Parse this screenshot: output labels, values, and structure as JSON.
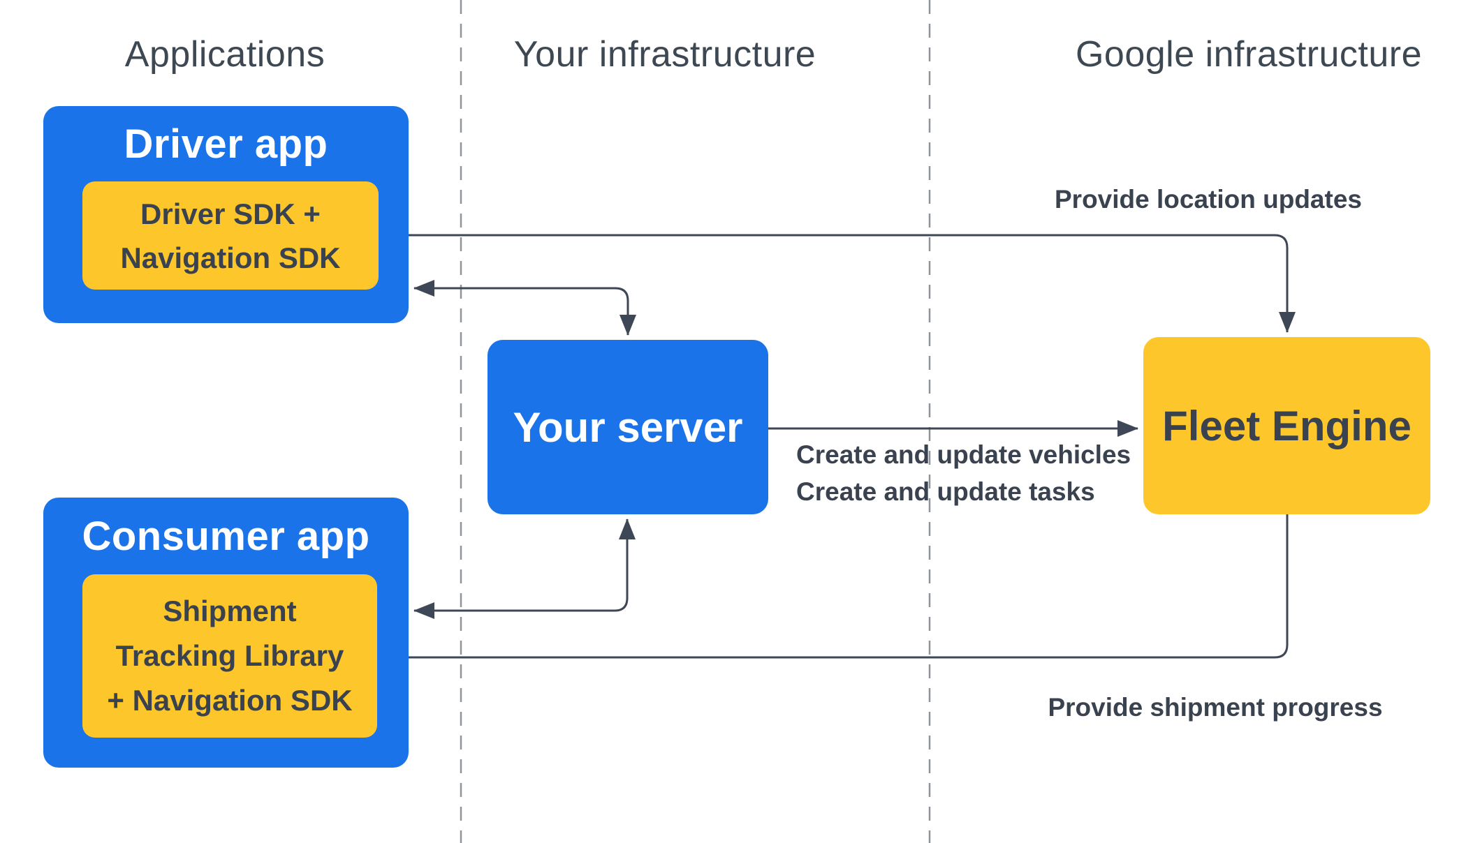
{
  "colors": {
    "blue": "#1A73E8",
    "yellow": "#FDC72B",
    "ink": "#39424E",
    "line": "#3E4756",
    "divider": "#8F949B",
    "header": "#3E4852",
    "title": "#FFFFFF",
    "bg": "#FFFFFF"
  },
  "columns": {
    "applications": "Applications",
    "your_infrastructure": "Your infrastructure",
    "google_infrastructure": "Google infrastructure"
  },
  "nodes": {
    "driver_app": {
      "title": "Driver app",
      "sdk_lines": [
        "Driver SDK +",
        "Navigation SDK"
      ]
    },
    "consumer_app": {
      "title": "Consumer app",
      "sdk_lines": [
        "Shipment",
        "Tracking Library",
        "+ Navigation SDK"
      ]
    },
    "your_server": {
      "title": "Your server"
    },
    "fleet_engine": {
      "title": "Fleet Engine"
    }
  },
  "edges": {
    "provide_location_updates": "Provide location updates",
    "create_update_vehicles": "Create and update vehicles",
    "create_update_tasks": "Create and update tasks",
    "provide_shipment_progress": "Provide shipment progress"
  }
}
